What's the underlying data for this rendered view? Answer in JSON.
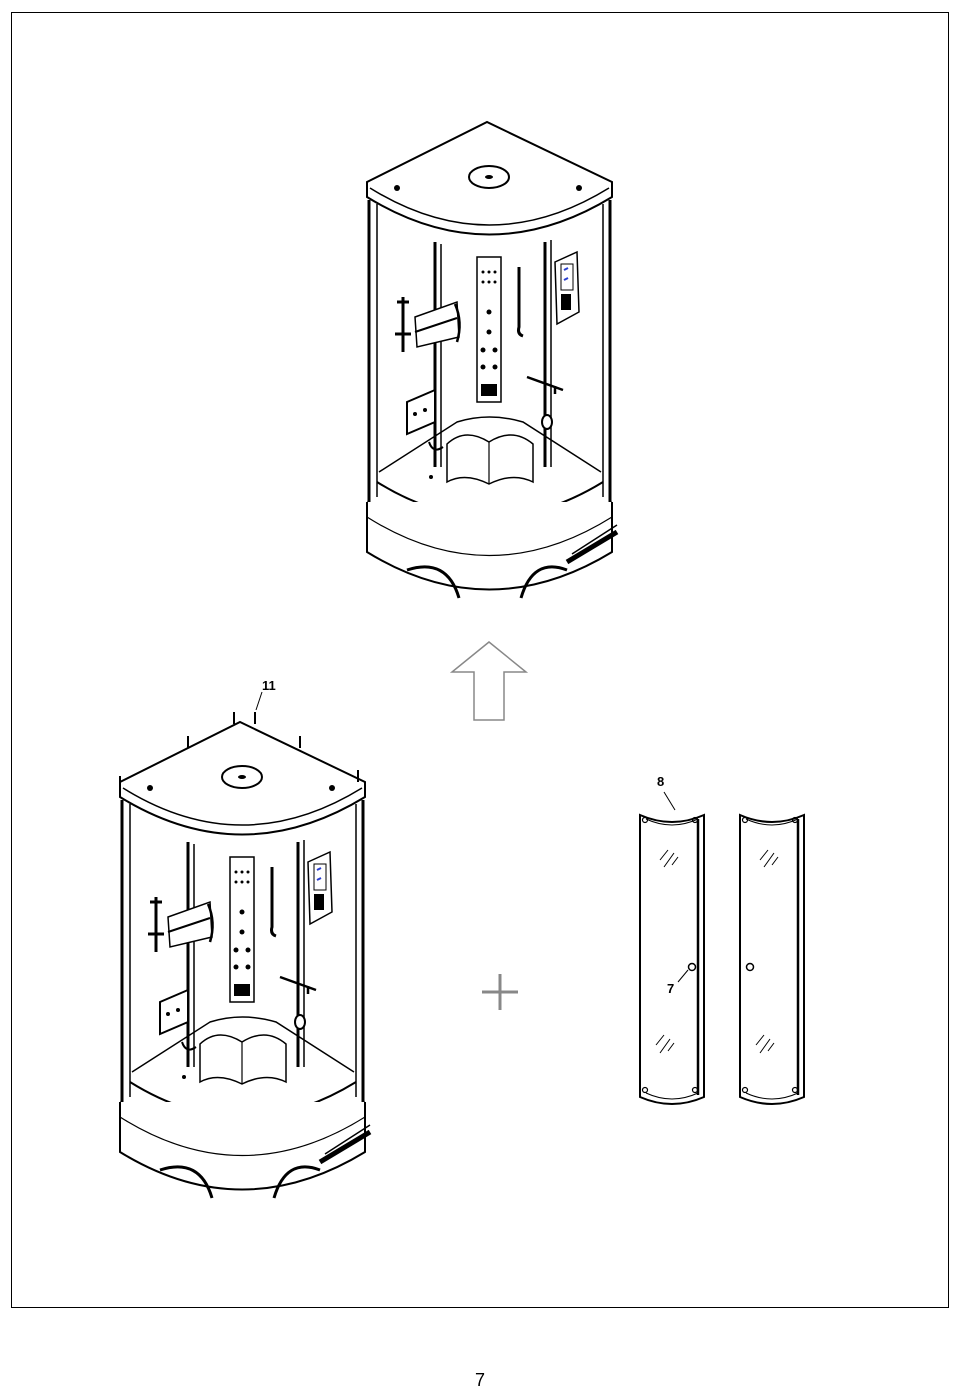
{
  "callouts": {
    "roof_screw": "11",
    "glass_panel": "8",
    "panel_hole": "7"
  },
  "page": {
    "number": "7"
  },
  "colors": {
    "line": "#000000",
    "arrow": "#888888",
    "display_accent": "#2a3fd0"
  },
  "icons": {
    "up_arrow": "arrow-up-outline-icon",
    "plus": "plus-icon"
  }
}
